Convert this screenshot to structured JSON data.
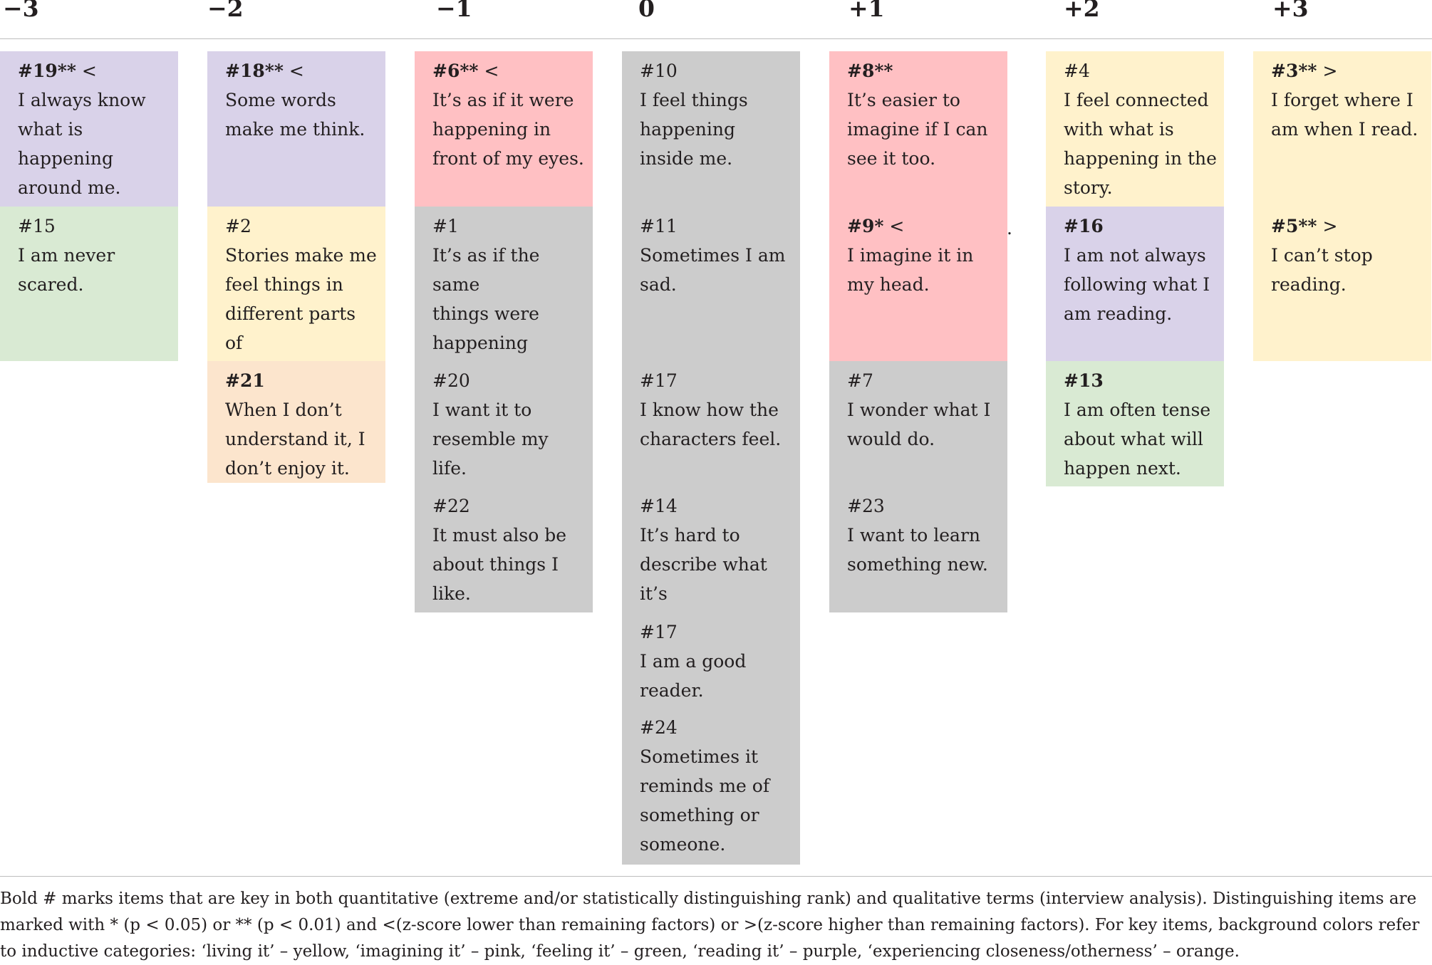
{
  "columns": [
    {
      "header": "−3",
      "cells": [
        {
          "id": "#19",
          "mark": "** <",
          "key": true,
          "text": "I always know\nwhat is\nhappening\naround me.",
          "category": "reading it",
          "color": "#d9d2e9"
        },
        {
          "id": "#15",
          "mark": "",
          "key": false,
          "text": "I am never\nscared.",
          "category": "feeling it",
          "color": "#d9ead3"
        }
      ]
    },
    {
      "header": "−2",
      "cells": [
        {
          "id": "#18",
          "mark": "** <",
          "key": true,
          "text": "Some words\nmake me think.",
          "category": "reading it",
          "color": "#d9d2e9"
        },
        {
          "id": "#2",
          "mark": "",
          "key": false,
          "text": "Stories make me\nfeel things in\ndifferent parts of\nmy body.",
          "category": "living it",
          "color": "#fff2cc"
        },
        {
          "id": "#21",
          "mark": "",
          "key": true,
          "text": "When I don’t\nunderstand it, I\ndon’t enjoy it.",
          "category": "experiencing closeness/otherness",
          "color": "#fce5cd"
        }
      ]
    },
    {
      "header": "−1",
      "cells": [
        {
          "id": "#6",
          "mark": "** <",
          "key": true,
          "text": "It’s as if it were\nhappening in\nfront of my eyes.",
          "category": "imagining it",
          "color": "#ffc0c3"
        },
        {
          "id": "#1",
          "mark": "",
          "key": false,
          "text": "It’s as if the same\nthings were\nhappening\nto me.",
          "category": "",
          "color": "#cccccc"
        },
        {
          "id": "#20",
          "mark": "",
          "key": false,
          "text": "I want it to\nresemble my life.",
          "category": "",
          "color": "#cccccc"
        },
        {
          "id": "#22",
          "mark": "",
          "key": false,
          "text": "It must also be\nabout things I\nlike.",
          "category": "",
          "color": "#cccccc"
        }
      ]
    },
    {
      "header": "0",
      "cells": [
        {
          "id": "#10",
          "mark": "",
          "key": false,
          "text": "I feel things\nhappening\ninside me.",
          "category": "",
          "color": "#cccccc"
        },
        {
          "id": "#11",
          "mark": "",
          "key": false,
          "text": "Sometimes I am\nsad.",
          "category": "",
          "color": "#cccccc"
        },
        {
          "id": "#17",
          "mark": "",
          "key": false,
          "text": "I know how the\ncharacters feel.",
          "category": "",
          "color": "#cccccc"
        },
        {
          "id": "#14",
          "mark": "",
          "key": false,
          "text": "It’s hard to\ndescribe what it’s\nlike for me.",
          "category": "",
          "color": "#cccccc"
        },
        {
          "id": "#17",
          "mark": "",
          "key": false,
          "text": "I am a good\nreader.",
          "category": "",
          "color": "#cccccc"
        },
        {
          "id": "#24",
          "mark": "",
          "key": false,
          "text": "Sometimes it\nreminds me of\nsomething or\nsomeone.",
          "category": "",
          "color": "#cccccc"
        }
      ]
    },
    {
      "header": "+1",
      "cells": [
        {
          "id": "#8",
          "mark": "**",
          "key": true,
          "text": "It’s easier to\nimagine if I can\nsee it too.",
          "category": "imagining it",
          "color": "#ffc0c3"
        },
        {
          "id": "#9",
          "mark": "* <",
          "key": true,
          "text": "I imagine it in\nmy head.",
          "category": "imagining it",
          "color": "#ffc0c3"
        },
        {
          "id": "#7",
          "mark": "",
          "key": false,
          "text": "I wonder what I\nwould do.",
          "category": "",
          "color": "#cccccc"
        },
        {
          "id": "#23",
          "mark": "",
          "key": false,
          "text": "I want to learn\nsomething new.",
          "category": "",
          "color": "#cccccc"
        }
      ]
    },
    {
      "header": "+2",
      "cells": [
        {
          "id": "#4",
          "mark": "",
          "key": false,
          "text": "I feel connected\nwith what is\nhappening in the\nstory.",
          "category": "living it",
          "color": "#fff2cc"
        },
        {
          "id": "#16",
          "mark": "",
          "key": true,
          "text": "I am not always\nfollowing what I\nam reading.",
          "category": "reading it",
          "color": "#d9d2e9"
        },
        {
          "id": "#13",
          "mark": "",
          "key": true,
          "text": "I am often tense\nabout what will\nhappen next.",
          "category": "feeling it",
          "color": "#d9ead3"
        }
      ]
    },
    {
      "header": "+3",
      "cells": [
        {
          "id": "#3",
          "mark": "** >",
          "key": true,
          "text": "I forget where I\nam when I read.",
          "category": "living it",
          "color": "#fff2cc"
        },
        {
          "id": "#5",
          "mark": "** >",
          "key": true,
          "text": "I can’t stop\nreading.",
          "category": "living it",
          "color": "#fff2cc"
        }
      ]
    }
  ],
  "stray_mark": ".",
  "footnote": "Bold # marks items that are key in both quantitative (extreme and/or statistically distinguishing rank) and qualitative terms (interview analysis). Distinguishing items are marked with * (p < 0.05) or ** (p < 0.01) and <(z-score lower than remaining factors) or >(z-score higher than remaining factors). For key items, background colors refer to inductive categories: ‘living it’ – yellow, ‘imagining it’ – pink, ‘feeling it’ – green, ‘reading it’ – purple, ‘experiencing closeness/otherness’ – orange."
}
